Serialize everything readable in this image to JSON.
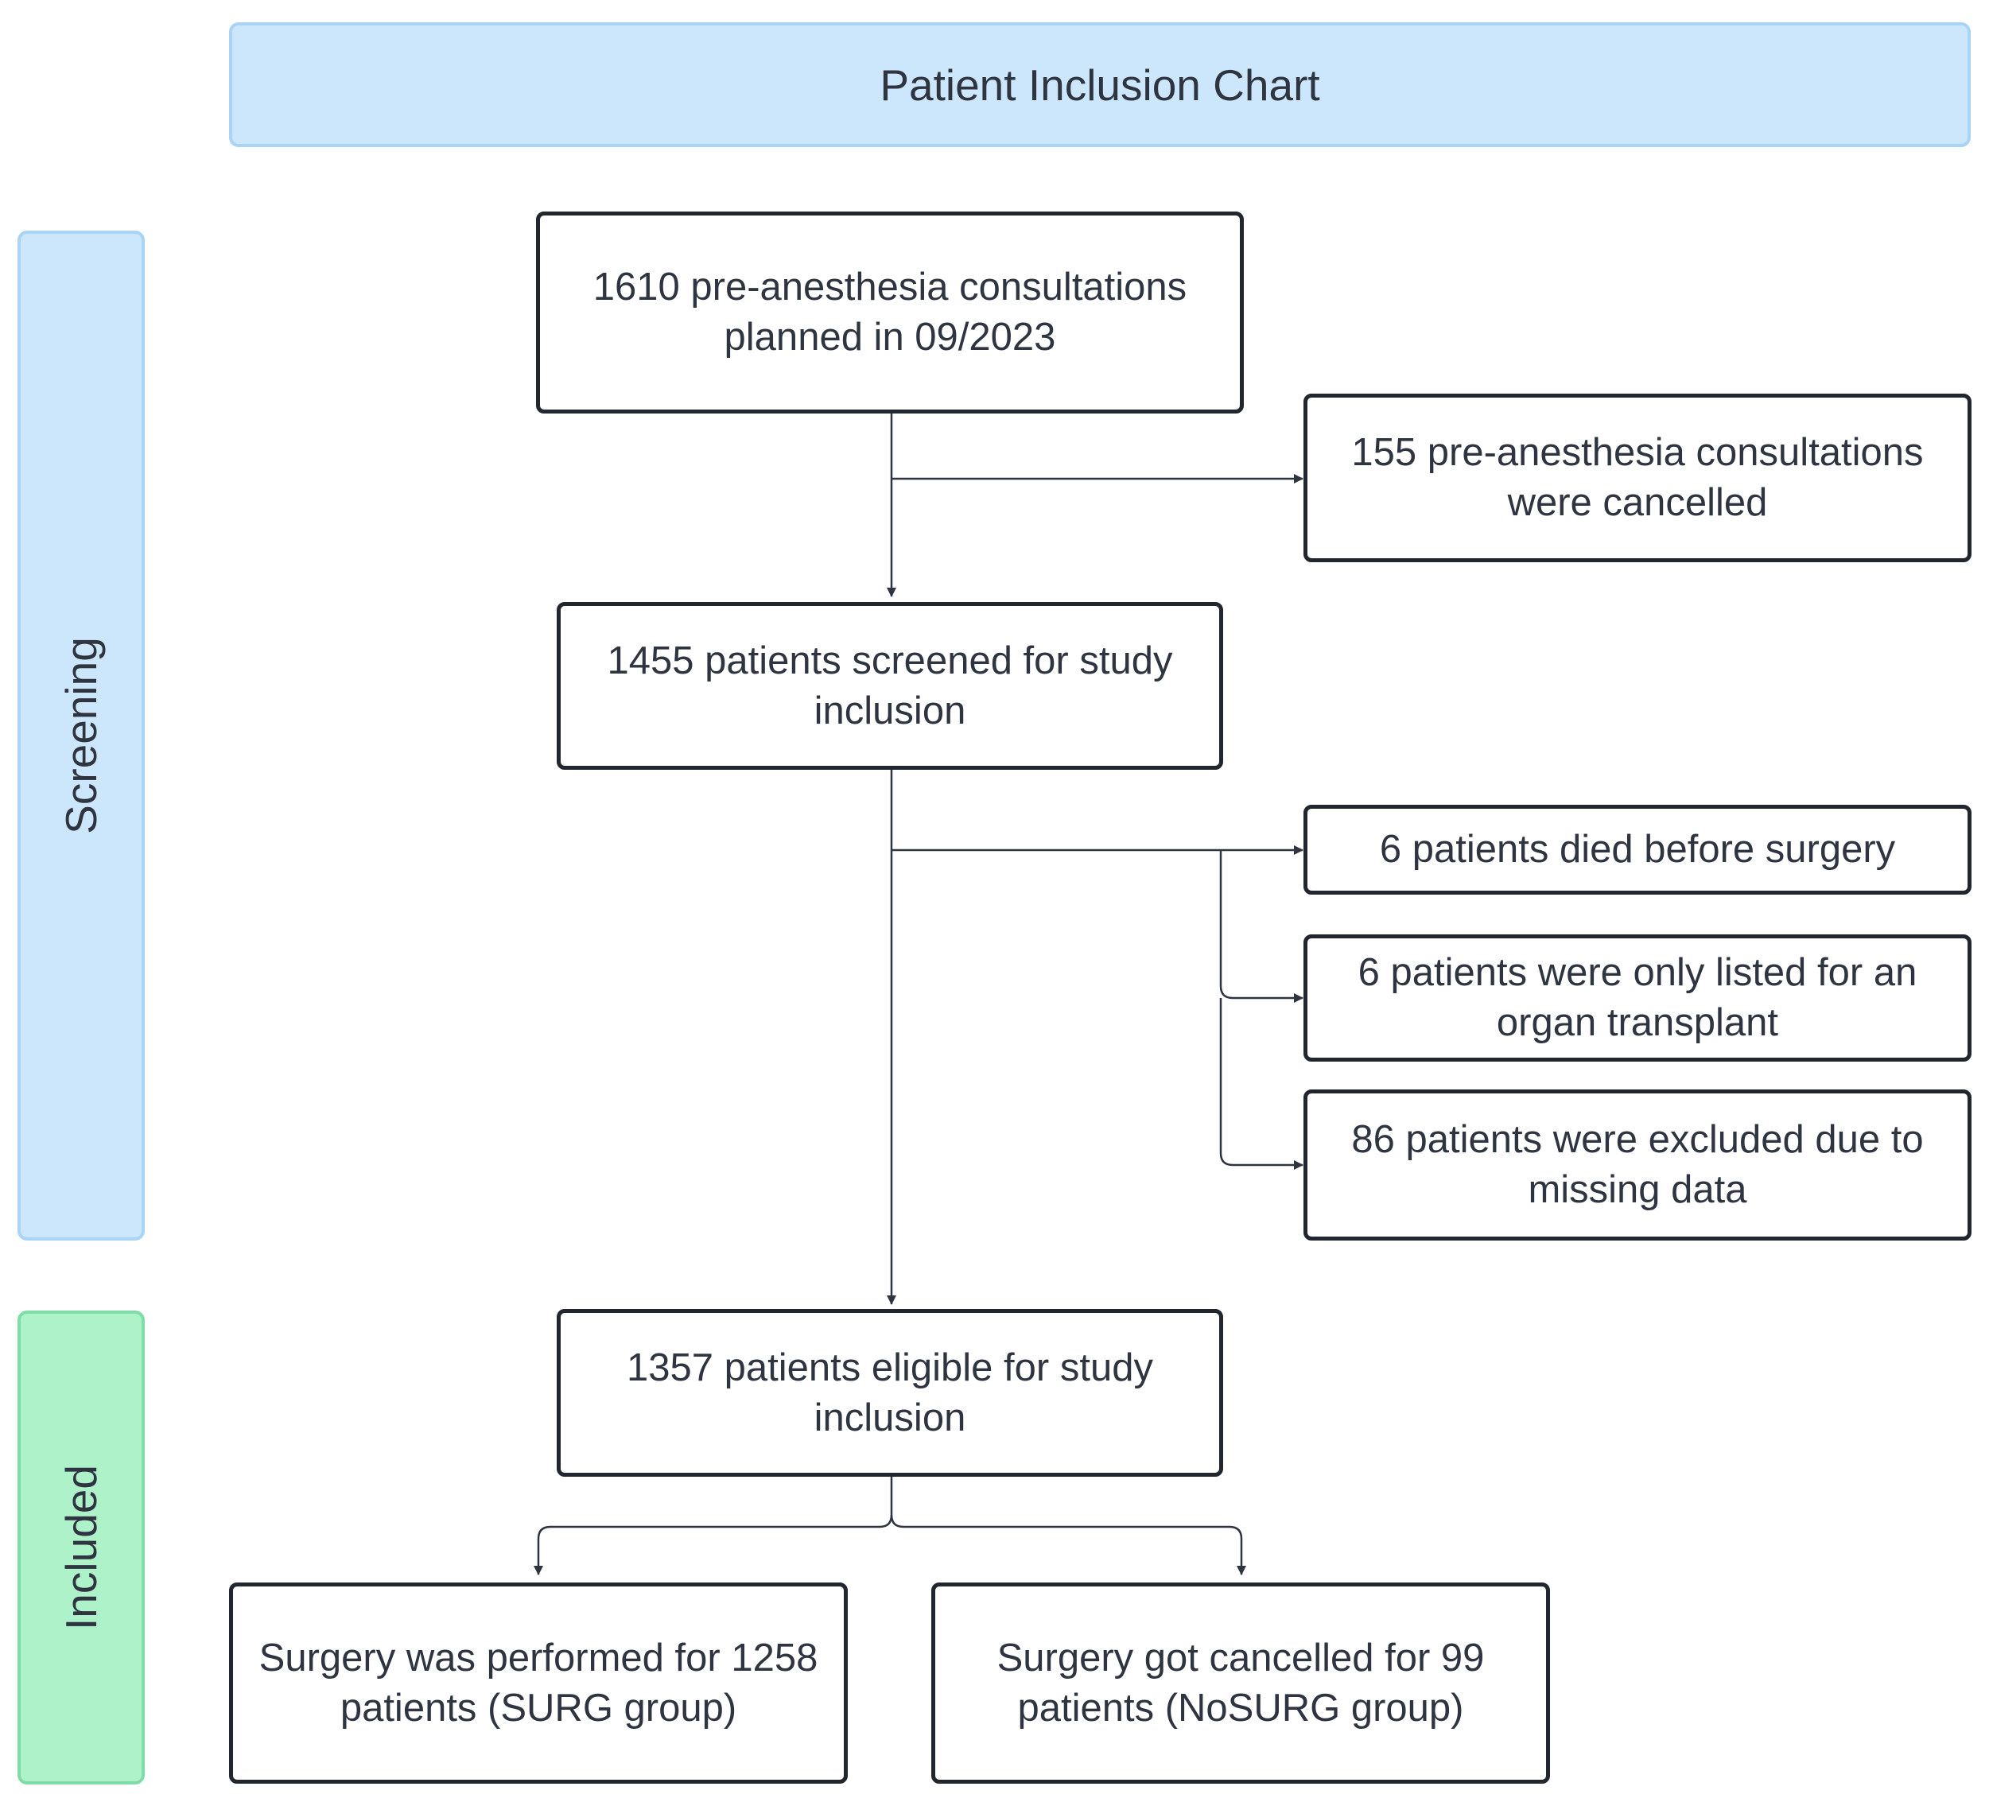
{
  "title": "Patient Inclusion Chart",
  "lanes": {
    "screening": "Screening",
    "included": "Included"
  },
  "boxes": {
    "consultations_planned": "1610 pre-anesthesia consultations planned in 09/2023",
    "consultations_cancelled": "155 pre-anesthesia consultations were cancelled",
    "patients_screened": "1455 patients screened for study inclusion",
    "died_before_surgery": "6 patients died before surgery",
    "organ_transplant": "6 patients were only listed for an organ transplant",
    "missing_data": "86 patients were excluded due to missing data",
    "patients_eligible": "1357 patients eligible for study inclusion",
    "surg_group": "Surgery was performed for 1258 patients (SURG group)",
    "nosurg_group": "Surgery got cancelled for 99 patients (NoSURG group)"
  },
  "colors": {
    "lane_screening": "#cce6fb",
    "lane_included": "#adf2c9",
    "box_border": "#22262e",
    "connector": "#2f3441"
  }
}
